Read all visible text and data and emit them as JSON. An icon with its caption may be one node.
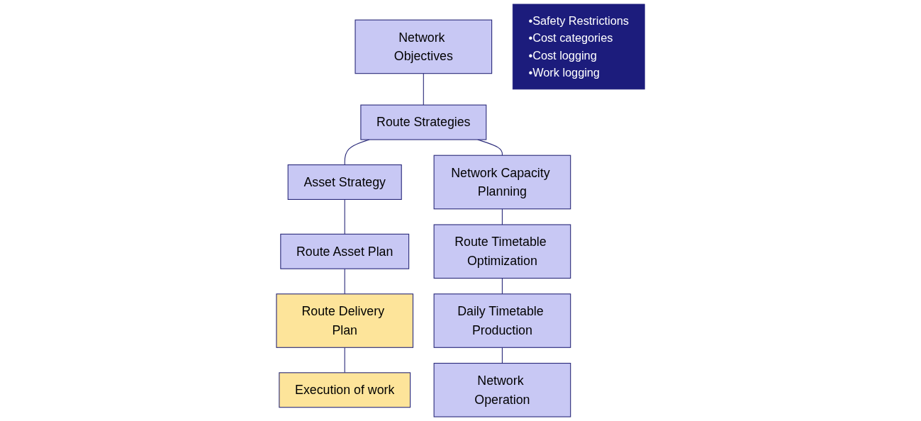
{
  "diagram": {
    "nodes": [
      {
        "text": [
          "Network Objectives"
        ]
      },
      {
        "text": [
          "•Safety Restrictions",
          "•Cost categories",
          "•Cost logging",
          "•Work logging"
        ]
      },
      {
        "text": [
          "Route Strategies"
        ]
      },
      {
        "text": [
          "Asset Strategy"
        ]
      },
      {
        "text": [
          "Network Capacity Planning"
        ]
      },
      {
        "text": [
          "Route Asset Plan"
        ]
      },
      {
        "text": [
          "Route Timetable Optimization"
        ]
      },
      {
        "text": [
          "Route Delivery Plan"
        ]
      },
      {
        "text": [
          "Daily Timetable Production"
        ]
      },
      {
        "text": [
          "Execution of work"
        ]
      },
      {
        "text": [
          "Network Operation"
        ]
      }
    ],
    "edges": [
      {
        "from": 0,
        "to": 2,
        "arrow": "none"
      },
      {
        "from": 2,
        "to": 3,
        "arrow": "none"
      },
      {
        "from": 2,
        "to": 4,
        "arrow": "none"
      },
      {
        "from": 3,
        "to": 5,
        "arrow": "none"
      },
      {
        "from": 5,
        "to": 7,
        "arrow": "none"
      },
      {
        "from": 7,
        "to": 9,
        "arrow": "none"
      },
      {
        "from": 4,
        "to": 6,
        "arrow": "none"
      },
      {
        "from": 6,
        "to": 8,
        "arrow": "none"
      },
      {
        "from": 8,
        "to": 10,
        "arrow": "none"
      }
    ]
  }
}
